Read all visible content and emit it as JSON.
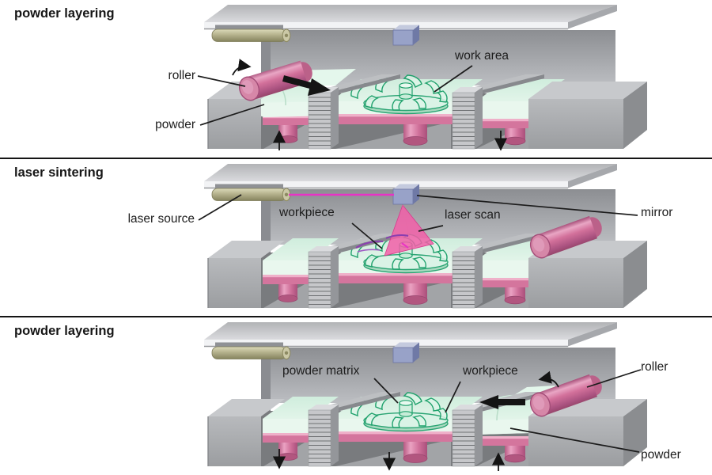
{
  "figure": {
    "type": "process-diagram",
    "panels": [
      {
        "title": "powder layering",
        "labels": {
          "roller": "roller",
          "powder": "powder",
          "work_area": "work area"
        },
        "roller_position": "left",
        "roller_direction": "right",
        "piston_arrows": [
          "up",
          "down"
        ]
      },
      {
        "title": "laser sintering",
        "labels": {
          "laser_source": "laser source",
          "workpiece": "workpiece",
          "laser_scan": "laser scan",
          "mirror": "mirror"
        },
        "roller_position": "right",
        "piston_arrows": []
      },
      {
        "title": "powder layering",
        "labels": {
          "powder_matrix": "powder matrix",
          "workpiece": "workpiece",
          "roller": "roller",
          "powder": "powder"
        },
        "roller_position": "right",
        "roller_direction": "left",
        "piston_arrows": [
          "down",
          "down",
          "up"
        ]
      }
    ],
    "colors": {
      "background": "#ffffff",
      "divider": "#151515",
      "text": "#1d1d1d",
      "powder_green": "#d9f0e3",
      "workpiece_green_outline": "#1fa16c",
      "piston_pink": "#d4759d",
      "roller_pink": "#d3719b",
      "laser_beam_magenta": "#e832c6",
      "laser_scan_pink": "#f25fa8",
      "sintered_purple": "#8a3fb0",
      "machine_gray": "#b0b2b5",
      "laser_source_olive": "#b3b08b",
      "mirror_blue": "#98a2c8"
    }
  }
}
